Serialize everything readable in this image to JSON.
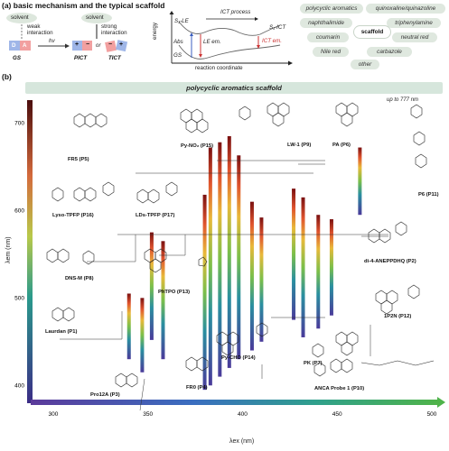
{
  "panel_a": {
    "title": "(a) basic mechanism and the typical scaffold",
    "solvent_1": "solvent",
    "solvent_2": "solvent",
    "donor": "D",
    "acceptor": "A",
    "weak_interaction": "weak interaction",
    "hv": "hν",
    "strong_interaction": "strong interaction",
    "or": "or",
    "gs": "GS",
    "pict": "PICT",
    "tict": "TICT",
    "energy_axis": "energy",
    "reaction_coordinate": "reaction coordinate",
    "ict_process": "ICT process",
    "s1_le": "S₁-LE",
    "s1_ict": "S₁-ICT",
    "abs": "Abs",
    "le_em": "LE em.",
    "ict_em": "ICT em.",
    "gs_curve": "GS",
    "scaffolds": [
      "polycyclic aromatics",
      "quinoxaline/quinazoline",
      "naphthalimide",
      "triphenylamine",
      "coumarin",
      "scaffold",
      "neutral red",
      "Nile red",
      "carbazole",
      "other"
    ]
  },
  "panel_b": {
    "title": "(b)",
    "banner": "polycyclic aromatics scaffold",
    "up_to": "up to 777 nm",
    "probes": [
      {
        "label": "FR5 (P5)"
      },
      {
        "label": "Py-NO₂ (P15)"
      },
      {
        "label": "LW-1 (P9)"
      },
      {
        "label": "PA (P6)"
      },
      {
        "label": "P6 (P11)"
      },
      {
        "label": "Lyso-TPFP (P16)"
      },
      {
        "label": "LDs-TPFP (P17)"
      },
      {
        "label": "di-4-ANEPPDHQ (P2)"
      },
      {
        "label": "DNS-M (P8)"
      },
      {
        "label": "PhTPO (P13)"
      },
      {
        "label": "Laurdan (P1)"
      },
      {
        "label": "1P2N (P12)"
      },
      {
        "label": "PK (P7)"
      },
      {
        "label": "Py-CHO (P14)"
      },
      {
        "label": "FR0 (P4)"
      },
      {
        "label": "Pro12A (P3)"
      },
      {
        "label": "ANCA Probe 1 (P10)"
      }
    ]
  },
  "chart_data": {
    "type": "range-bar",
    "xlabel": "λex (nm)",
    "ylabel": "λem (nm)",
    "xlim": [
      290,
      500
    ],
    "ylim": [
      390,
      720
    ],
    "xticks": [
      300,
      350,
      400,
      450,
      500
    ],
    "yticks": [
      400,
      500,
      600,
      700
    ],
    "bars": [
      {
        "name": "Pro12A (P3)",
        "x": 347,
        "y0": 415,
        "y1": 500
      },
      {
        "name": "Laurdan (P1)",
        "x": 340,
        "y0": 430,
        "y1": 505
      },
      {
        "name": "DNS-M (P8)",
        "x": 352,
        "y0": 452,
        "y1": 575
      },
      {
        "name": "PhTPO (P13)",
        "x": 358,
        "y0": 430,
        "y1": 565
      },
      {
        "name": "FR0 (P4)",
        "x": 380,
        "y0": 395,
        "y1": 618
      },
      {
        "name": "FR5 (P5)",
        "x": 383,
        "y0": 400,
        "y1": 672
      },
      {
        "name": "Py-NO₂ (P15)",
        "x": 388,
        "y0": 410,
        "y1": 678
      },
      {
        "name": "LW-1 (P9)",
        "x": 393,
        "y0": 420,
        "y1": 685
      },
      {
        "name": "Py-CHO (P14)",
        "x": 398,
        "y0": 430,
        "y1": 663
      },
      {
        "name": "LDs-TPFP (P17)",
        "x": 405,
        "y0": 440,
        "y1": 610
      },
      {
        "name": "Lyso-TPFP (P16)",
        "x": 410,
        "y0": 450,
        "y1": 592
      },
      {
        "name": "PA (P6)",
        "x": 427,
        "y0": 475,
        "y1": 625
      },
      {
        "name": "PK (P7)",
        "x": 432,
        "y0": 455,
        "y1": 615
      },
      {
        "name": "1P2N (P12)",
        "x": 440,
        "y0": 465,
        "y1": 595
      },
      {
        "name": "di-4-ANEPPDHQ (P2)",
        "x": 447,
        "y0": 480,
        "y1": 590
      },
      {
        "name": "P6 (P11)",
        "x": 462,
        "y0": 595,
        "y1": 672
      }
    ]
  }
}
